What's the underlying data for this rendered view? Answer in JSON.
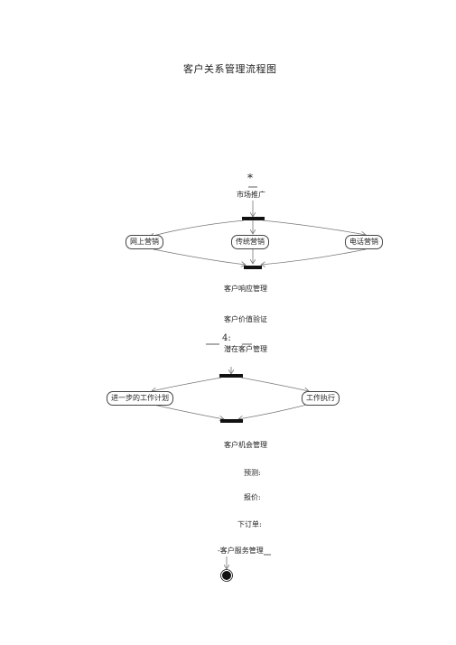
{
  "title": "客户关系管理流程图",
  "start_symbol": "*",
  "nodes": {
    "market": "市场推广",
    "online": "网上营销",
    "traditional": "传统营销",
    "phone": "电话营销",
    "response": "客户响应管理",
    "value": "客户价值验证",
    "step_number": "4:",
    "potential": "潜在客户管理",
    "plan": "进一步的工作计划",
    "execute": "工作执行",
    "opportunity": "客户机会管理",
    "forecast": "预测:",
    "quote": "报价:",
    "order": "下订单:",
    "service": "-客户服务管理"
  },
  "colors": {
    "line": "#777777",
    "bar": "#111111",
    "box_border": "#444444"
  }
}
